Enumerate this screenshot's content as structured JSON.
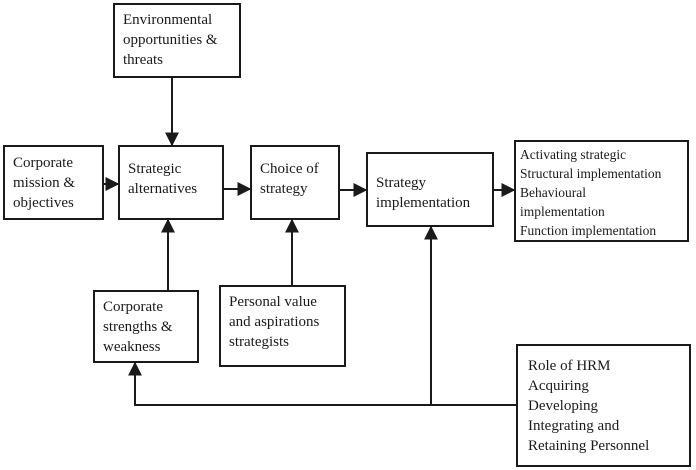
{
  "boxes": {
    "environment": [
      "Environmental",
      "opportunities &",
      "threats"
    ],
    "corporate_mission": [
      "Corporate",
      "mission &",
      "objectives"
    ],
    "strategic_alternatives": [
      "Strategic",
      "alternatives"
    ],
    "choice_of_strategy": [
      "Choice of",
      "strategy"
    ],
    "strategy_implementation": [
      "Strategy",
      "implementation"
    ],
    "implementation_types": [
      "Activating strategic",
      "Structural implementation",
      "Behavioural",
      "implementation",
      "Function implementation"
    ],
    "corporate_strengths": [
      "Corporate",
      "strengths &",
      "weakness"
    ],
    "personal_value": [
      "Personal value",
      "and aspirations",
      "strategists"
    ],
    "role_of_hrm": [
      "Role of HRM",
      "Acquiring",
      "Developing",
      "Integrating and",
      "Retaining Personnel"
    ]
  },
  "colors": {
    "stroke": "#1a1a1a",
    "background": "#ffffff"
  }
}
